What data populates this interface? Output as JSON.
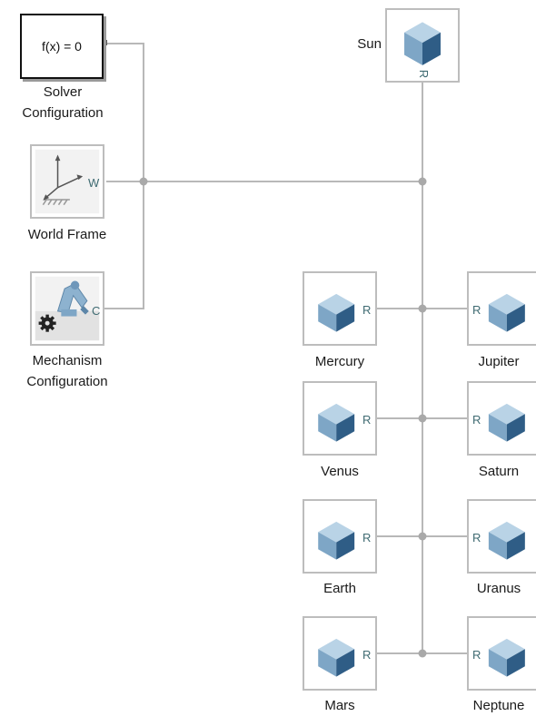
{
  "blocks": {
    "solver": {
      "expression": "f(x) = 0",
      "label_line1": "Solver",
      "label_line2": "Configuration"
    },
    "world": {
      "label": "World Frame",
      "port": "W"
    },
    "mechanism": {
      "label_line1": "Mechanism",
      "label_line2": "Configuration",
      "port": "C"
    },
    "sun": {
      "label": "Sun",
      "port": "R"
    },
    "planets_left": [
      {
        "label": "Mercury",
        "port": "R"
      },
      {
        "label": "Venus",
        "port": "R"
      },
      {
        "label": "Earth",
        "port": "R"
      },
      {
        "label": "Mars",
        "port": "R"
      }
    ],
    "planets_right": [
      {
        "label": "Jupiter",
        "port": "R"
      },
      {
        "label": "Saturn",
        "port": "R"
      },
      {
        "label": "Uranus",
        "port": "R"
      },
      {
        "label": "Neptune",
        "port": "R"
      }
    ]
  },
  "colors": {
    "wire": "#b8b8b8",
    "block_border": "#bdbdbd",
    "port_text": "#3f6b72",
    "cube_light": "#b9d3e6",
    "cube_mid": "#7ea6c6",
    "cube_dark": "#2f5d86"
  },
  "icons": {
    "body": "solid-cube-icon",
    "world": "world-frame-axes-icon",
    "mechanism": "mechanism-robot-arm-gear-icon"
  }
}
